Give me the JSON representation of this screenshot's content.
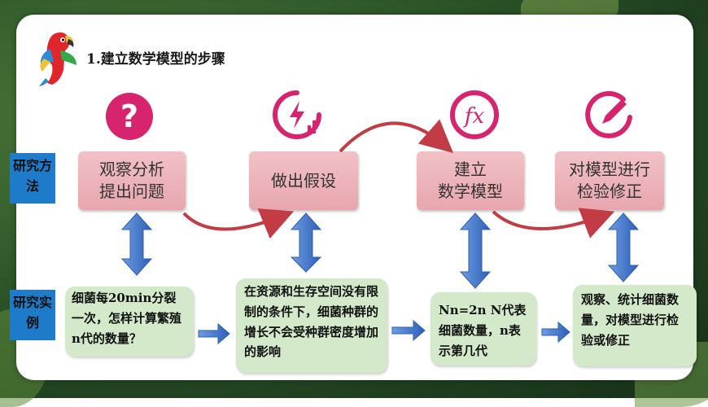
{
  "title": "1.建立数学模型的步骤",
  "colors": {
    "pink_box": "#eab0b8",
    "green_box": "#d3e9c9",
    "label_blue": "#1e7bc9",
    "arrow_blue": "#3d6fc2",
    "icon_magenta": "#d6246e",
    "curve_red": "#c23b45"
  },
  "row_labels": {
    "method": "研究方法",
    "example": "研究实例"
  },
  "icons": [
    "question-icon",
    "lightning-chart-icon",
    "fx-icon",
    "pencil-circle-icon"
  ],
  "steps": [
    {
      "label": "观察分析\n提出问题"
    },
    {
      "label": "做出假设"
    },
    {
      "label": "建立\n数学模型"
    },
    {
      "label": "对模型进行\n检验修正"
    }
  ],
  "examples": [
    {
      "text": "细菌每20min分裂一次，怎样计算繁殖n代的数量？"
    },
    {
      "text": "在资源和生存空间没有限制的条件下，细菌种群的增长不会受种群密度增加的影响"
    },
    {
      "text": "Nn=2n    N代表细菌数量，n表示第几代"
    },
    {
      "text": "观察、统计细菌数量，对模型进行检验或修正"
    }
  ]
}
